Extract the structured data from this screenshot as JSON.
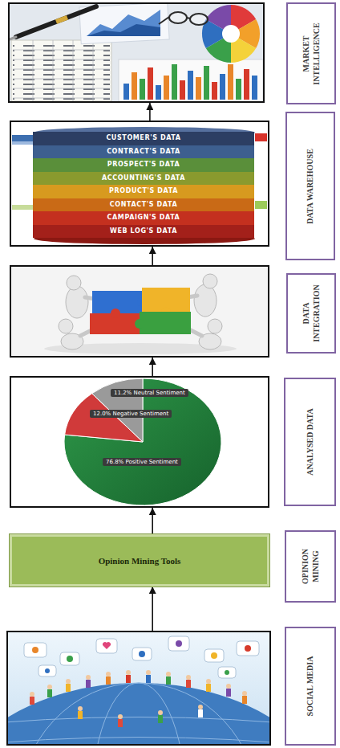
{
  "diagram": {
    "nodes": [
      {
        "text": [
          "MARKET INTELLIGENCE"
        ]
      },
      {
        "text": [
          "DATA WAREHOUSE"
        ]
      },
      {
        "text": [
          "CUSTOMER'S DATA"
        ],
        "in": 1
      },
      {
        "text": [
          "CONTRACT'S DATA"
        ],
        "in": 1
      },
      {
        "text": [
          "PROSPECT'S DATA"
        ],
        "in": 1
      },
      {
        "text": [
          "ACCOUNTING'S DATA"
        ],
        "in": 1
      },
      {
        "text": [
          "PRODUCT'S DATA"
        ],
        "in": 1
      },
      {
        "text": [
          "CONTACT'S DATA"
        ],
        "in": 1
      },
      {
        "text": [
          "CAMPAIGN'S DATA"
        ],
        "in": 1
      },
      {
        "text": [
          "WEB LOG'S DATA"
        ],
        "in": 1
      },
      {
        "text": [
          "DATA INTEGRATION"
        ]
      },
      {
        "text": [
          "ANALYSED DATA",
          "11.2% Neutral Sentiment",
          "12.0% Negative Sentiment",
          "76.8% Positive Sentiment"
        ]
      },
      {
        "text": [
          "OPINION MINING",
          "Opinion Mining Tools"
        ]
      },
      {
        "text": [
          "SOCIAL MEDIA"
        ]
      }
    ],
    "edges": [
      {
        "from": 13,
        "to": 12,
        "arrow": "to"
      },
      {
        "from": 12,
        "to": 11,
        "arrow": "to"
      },
      {
        "from": 11,
        "to": 10,
        "arrow": "to"
      },
      {
        "from": 10,
        "to": 1,
        "arrow": "to"
      },
      {
        "from": 1,
        "to": 0,
        "arrow": "to"
      }
    ]
  }
}
